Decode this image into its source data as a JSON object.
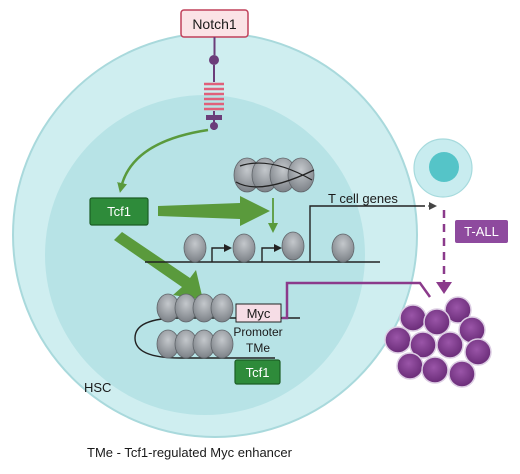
{
  "labels": {
    "notch1": "Notch1",
    "tcf1_main": "Tcf1",
    "t_cell_genes": "T cell genes",
    "t_all": "T-ALL",
    "myc": "Myc",
    "promoter": "Promoter",
    "tme": "TMe",
    "tcf1_enhancer": "Tcf1",
    "hsc": "HSC",
    "caption": "TMe - Tcf1-regulated Myc enhancer"
  },
  "colors": {
    "cell_outer": "#cfeef0",
    "cell_outer_stroke": "#a9d9dc",
    "nucleus": "#b7e3e6",
    "notch_box_fill": "#fbe3e6",
    "notch_box_stroke": "#c0405a",
    "notch_receptor": "#e0607a",
    "notch_anchor": "#6b3d7a",
    "tcf1_fill": "#2e8b3a",
    "tcf1_stroke": "#1c5e25",
    "green_arrow": "#5a9a3c",
    "purple": "#8b3a8b",
    "t_all_fill": "#8e4a9e",
    "myc_fill": "#f6dde6",
    "nucleosome": "#8a8f95",
    "dna": "#222222",
    "tcell_outer": "#c8ecef",
    "tcell_inner": "#55c4c8",
    "leukemia_cell": "#7d3a8a"
  }
}
